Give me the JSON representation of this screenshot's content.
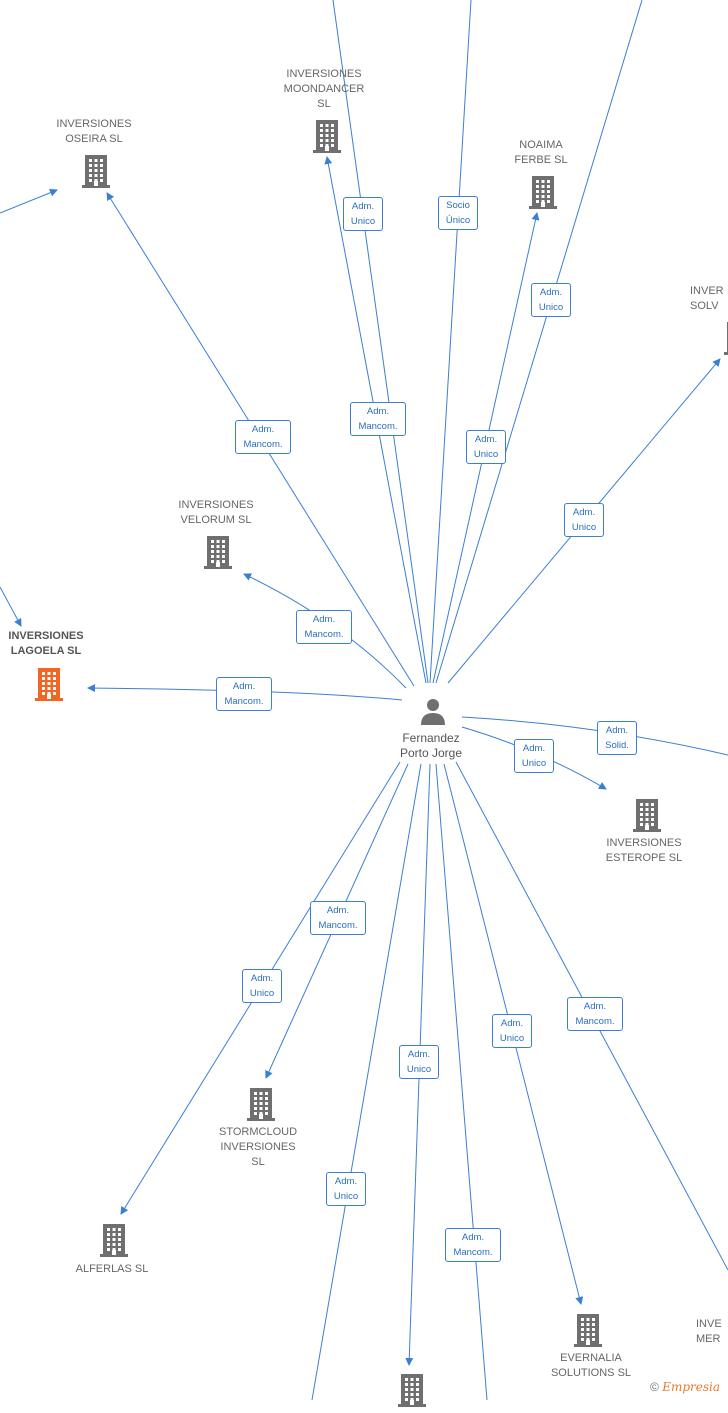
{
  "center_person": {
    "name": "Fernandez\nPorto Jorge",
    "icon": "person-icon"
  },
  "colors": {
    "edge": "#3b7fd4",
    "building": "#6f6f6f",
    "highlight": "#f26522"
  },
  "companies": [
    {
      "id": "moondancer",
      "name": "INVERSIONES\nMOONDANCER\nSL"
    },
    {
      "id": "oseira",
      "name": "INVERSIONES\nOSEIRA  SL"
    },
    {
      "id": "noaima",
      "name": "NOAIMA\nFERBE  SL"
    },
    {
      "id": "solv",
      "name": "INVER\nSOLV"
    },
    {
      "id": "velorum",
      "name": "INVERSIONES\nVELORUM  SL"
    },
    {
      "id": "lagoela",
      "name": "INVERSIONES\nLAGOELA  SL",
      "highlight": true
    },
    {
      "id": "esterope",
      "name": "INVERSIONES\nESTEROPE  SL"
    },
    {
      "id": "stormcloud",
      "name": "STORMCLOUD\nINVERSIONES\nSL"
    },
    {
      "id": "alferlas",
      "name": "ALFERLAS  SL"
    },
    {
      "id": "evernalia",
      "name": "EVERNALIA\nSOLUTIONS  SL"
    },
    {
      "id": "mer",
      "name": "INVE\nMER"
    },
    {
      "id": "bottom",
      "name": ""
    }
  ],
  "relations": [
    {
      "id": "r-moondancer",
      "label": "Adm.\nUnico"
    },
    {
      "id": "r-socio",
      "label": "Socio\nÚnico"
    },
    {
      "id": "r-noaima-upper",
      "label": "Adm.\nUnico"
    },
    {
      "id": "r-oseira",
      "label": "Adm.\nMancom."
    },
    {
      "id": "r-mancom-center",
      "label": "Adm.\nMancom."
    },
    {
      "id": "r-noaima",
      "label": "Adm.\nUnico"
    },
    {
      "id": "r-solv",
      "label": "Adm.\nUnico"
    },
    {
      "id": "r-velorum",
      "label": "Adm.\nMancom."
    },
    {
      "id": "r-lagoela",
      "label": "Adm.\nMancom."
    },
    {
      "id": "r-solid",
      "label": "Adm.\nSolid."
    },
    {
      "id": "r-esterope",
      "label": "Adm.\nUnico"
    },
    {
      "id": "r-stormcloud",
      "label": "Adm.\nMancom."
    },
    {
      "id": "r-alferlas",
      "label": "Adm.\nUnico"
    },
    {
      "id": "r-mer",
      "label": "Adm.\nMancom."
    },
    {
      "id": "r-evernalia",
      "label": "Adm.\nUnico"
    },
    {
      "id": "r-bottom",
      "label": "Adm.\nUnico"
    },
    {
      "id": "r-bottom-left",
      "label": "Adm.\nUnico"
    },
    {
      "id": "r-bottom-right",
      "label": "Adm.\nMancom."
    }
  ],
  "footer": {
    "copyright": "©",
    "brand": "Empresia"
  }
}
